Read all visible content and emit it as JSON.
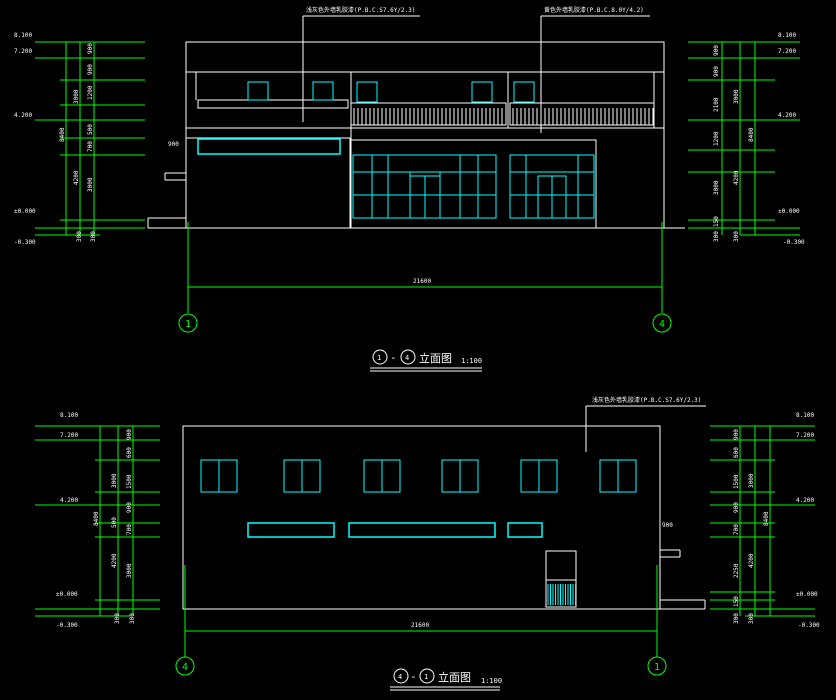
{
  "top": {
    "title_num1": "1",
    "title_sep": "-",
    "title_num2": "4",
    "title_text": "立面图",
    "scale": "1:100",
    "overall_dim": "21600",
    "grid_left": "1",
    "grid_right": "4",
    "callout_a": "浅灰色外墙乳胶漆(P.B.C.S7.6Y/2.3)",
    "callout_b": "黄色外墙乳胶漆(P.B.C.8.0Y/4.2)",
    "left_levels": [
      "8.100",
      "7.200",
      "4.200",
      "±0.000",
      "-0.300"
    ],
    "left_dims_inner": [
      "900",
      "900",
      "1200",
      "500",
      "700",
      "3000",
      "300"
    ],
    "left_dims_mid": [
      "3000",
      "4200",
      "300"
    ],
    "left_dims_outer": [
      "8400"
    ],
    "right_levels": [
      "8.100",
      "7.200",
      "4.200",
      "±0.000",
      "-0.300"
    ],
    "right_dims_inner": [
      "900",
      "900",
      "2100",
      "1200",
      "3000",
      "150",
      "300"
    ],
    "right_dims_mid": [
      "3000",
      "4200",
      "300"
    ],
    "right_dims_outer": [
      "8400"
    ],
    "small_dim": "900"
  },
  "bottom": {
    "title_num1": "4",
    "title_sep": "-",
    "title_num2": "1",
    "title_text": "立面图",
    "scale": "1:100",
    "overall_dim": "21600",
    "grid_left": "4",
    "grid_right": "1",
    "callout_a": "浅灰色外墙乳胶漆(P.B.C.S7.6Y/2.3)",
    "left_levels": [
      "8.100",
      "7.200",
      "4.200",
      "±0.000",
      "-0.300"
    ],
    "left_dims_inner": [
      "900",
      "600",
      "1500",
      "900",
      "700",
      "3000",
      "300"
    ],
    "left_dims_mid": [
      "3000",
      "500",
      "4200",
      "300"
    ],
    "left_dims_outer": [
      "8400"
    ],
    "right_levels": [
      "8.100",
      "7.200",
      "4.200",
      "±0.000",
      "-0.300"
    ],
    "right_dims_inner": [
      "900",
      "600",
      "1500",
      "900",
      "700",
      "2250",
      "150",
      "300"
    ],
    "right_dims_mid": [
      "3000",
      "4200",
      "300"
    ],
    "right_dims_outer": [
      "8400"
    ],
    "small_dim": "900"
  },
  "colors": {
    "background": "#000000",
    "lines": "#ffffff",
    "dims": "#00ff00",
    "glass": "#00ffff"
  }
}
